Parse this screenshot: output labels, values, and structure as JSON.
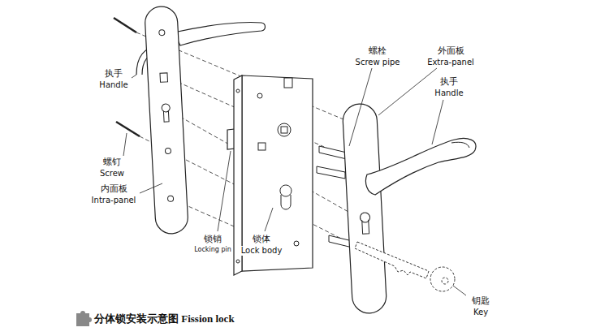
{
  "diagram": {
    "caption": "分体锁安装示意图 Fission lock",
    "labels": [
      "执手",
      "Handle",
      "螺钉",
      "Screw",
      "内面板",
      "Intra-panel",
      "锁销",
      "Locking pin",
      "锁体",
      "Lock body",
      "螺栓",
      "Screw pipe",
      "外面板",
      "Extra-panel",
      "执手",
      "Handle",
      "钥匙",
      "Key"
    ]
  }
}
